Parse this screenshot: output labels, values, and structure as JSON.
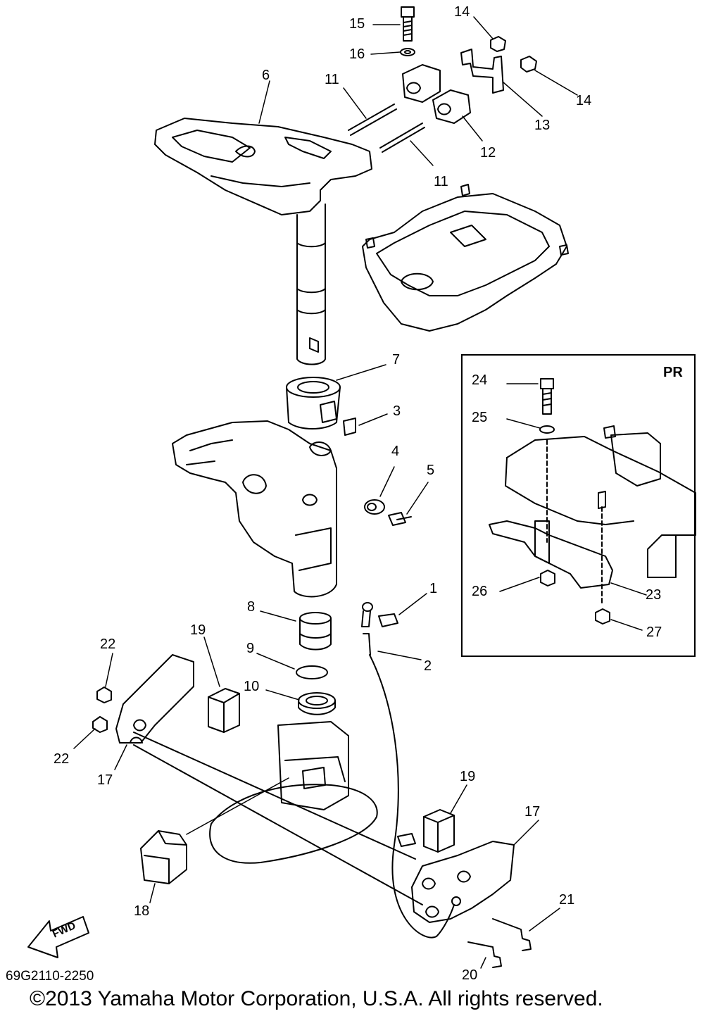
{
  "diagram": {
    "callouts": [
      {
        "id": "c1",
        "text": "1"
      },
      {
        "id": "c2",
        "text": "2"
      },
      {
        "id": "c3",
        "text": "3"
      },
      {
        "id": "c4",
        "text": "4"
      },
      {
        "id": "c5",
        "text": "5"
      },
      {
        "id": "c6",
        "text": "6"
      },
      {
        "id": "c7",
        "text": "7"
      },
      {
        "id": "c8",
        "text": "8"
      },
      {
        "id": "c9",
        "text": "9"
      },
      {
        "id": "c10",
        "text": "10"
      },
      {
        "id": "c11a",
        "text": "11"
      },
      {
        "id": "c11b",
        "text": "11"
      },
      {
        "id": "c12",
        "text": "12"
      },
      {
        "id": "c13",
        "text": "13"
      },
      {
        "id": "c14a",
        "text": "14"
      },
      {
        "id": "c14b",
        "text": "14"
      },
      {
        "id": "c15",
        "text": "15"
      },
      {
        "id": "c16",
        "text": "16"
      },
      {
        "id": "c17a",
        "text": "17"
      },
      {
        "id": "c17b",
        "text": "17"
      },
      {
        "id": "c18",
        "text": "18"
      },
      {
        "id": "c19a",
        "text": "19"
      },
      {
        "id": "c19b",
        "text": "19"
      },
      {
        "id": "c20",
        "text": "20"
      },
      {
        "id": "c21",
        "text": "21"
      },
      {
        "id": "c22a",
        "text": "22"
      },
      {
        "id": "c22b",
        "text": "22"
      },
      {
        "id": "c23",
        "text": "23"
      },
      {
        "id": "c24",
        "text": "24"
      },
      {
        "id": "c25",
        "text": "25"
      },
      {
        "id": "c26",
        "text": "26"
      },
      {
        "id": "c27",
        "text": "27"
      }
    ],
    "inset_title": "PR",
    "fwd_label": "FWD",
    "part_code": "69G2110-2250",
    "copyright": "©2013 Yamaha Motor Corporation, U.S.A. All rights reserved."
  }
}
